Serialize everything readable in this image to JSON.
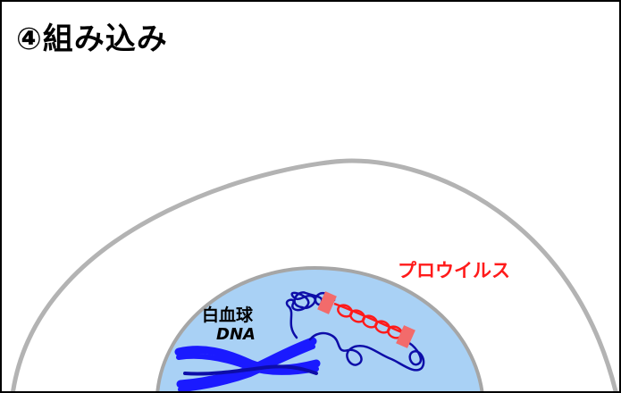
{
  "title": "④組み込み",
  "labels": {
    "provirus": "プロウイルス",
    "white_blood_cell": "白血球",
    "dna": "DNA"
  },
  "colors": {
    "cell_membrane": "#b3b3b3",
    "nucleus_fill": "#a9d1f5",
    "nucleus_edge": "#a6a6a6",
    "host_dna": "#1a1aff",
    "host_dna_strand": "#0d0da8",
    "provirus_dna": "#ff1a1a",
    "ltr_block": "#f26b6b",
    "label_red": "#ff1a1a"
  }
}
